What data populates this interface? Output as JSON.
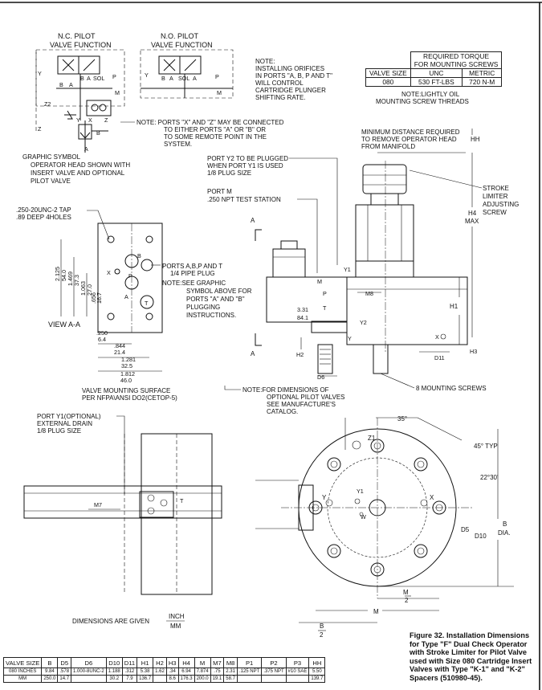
{
  "labels": {
    "nc_pilot": "N.C. PILOT",
    "nc_pilot_fn": "VALVE FUNCTION",
    "no_pilot": "N.O. PILOT",
    "no_pilot_fn": "VALVE FUNCTION",
    "note_orifices": [
      "NOTE:",
      "INSTALLING ORIFICES",
      "IN PORTS \"A, B, P AND T\"",
      "WILL CONTROL",
      "CARTRIDGE PLUNGER",
      "SHIFTING RATE."
    ],
    "note_ports": [
      "NOTE: PORTS \"X\" AND \"Z\" MAY BE CONNECTED",
      "TO EITHER PORTS \"A\" OR \"B\" OR",
      "TO SOME REMOTE POINT IN THE",
      "SYSTEM."
    ],
    "graphic_symbol": [
      "GRAPHIC SYMBOL",
      "OPERATOR HEAD SHOWN WITH",
      "INSERT VALVE AND OPTIONAL",
      "PILOT VALVE"
    ],
    "min_distance": [
      "MINIMUM DISTANCE REQUIRED",
      "TO REMOVE OPERATOR HEAD",
      "FROM MANIFOLD"
    ],
    "port_y2": [
      "PORT Y2 TO BE PLUGGED",
      "WHEN PORT Y1 IS USED",
      "1/8 PLUG SIZE"
    ],
    "port_m": [
      "PORT M",
      ".250 NPT TEST STATION"
    ],
    "stroke_limiter": [
      "STROKE",
      "LIMITER",
      "ADJUSTING",
      "SCREW"
    ],
    "tap": [
      ".250-20UNC-2 TAP",
      ".89 DEEP 4HOLES"
    ],
    "ports_plug": [
      "PORTS A,B,P AND T",
      "1/4 PIPE PLUG"
    ],
    "note_graphic": [
      "NOTE:SEE GRAPHIC",
      "SYMBOL ABOVE FOR",
      "PORTS \"A\" AND \"B\"",
      "PLUGGING",
      "INSTRUCTIONS."
    ],
    "view_aa": "VIEW A-A",
    "mounting_surface": [
      "VALVE MOUNTING SURFACE",
      "PER NFPA\\ANSI DO2(CETOP-5)"
    ],
    "note_dims": [
      "NOTE:FOR DIMENSIONS OF",
      "OPTIONAL PILOT VALVES",
      "SEE MANUFACTURE'S",
      "CATALOG."
    ],
    "mounting_screws": "8 MOUNTING SCREWS",
    "port_y1": [
      "PORT Y1(OPTIONAL)",
      "EXTERNAL DRAIN",
      "1/8 PLUG SIZE"
    ],
    "dims_given": "DIMENSIONS ARE GIVEN",
    "inch": "INCH",
    "mm": "MM",
    "lube_note": [
      "NOTE:LIGHTLY OIL",
      "MOUNTING SCREW THREADS"
    ],
    "h4_max": [
      "H4",
      "MAX"
    ],
    "b_dia": [
      "B",
      "DIA."
    ],
    "angle_35": "35°",
    "angle_45": "45° TYP",
    "angle_22": "22°30'",
    "m2": [
      "M",
      "2"
    ],
    "b2": [
      "B",
      "2"
    ],
    "dim_labels": {
      "hh": "HH",
      "h1": "H1",
      "h2": "H2",
      "h3": "H3",
      "m8": "M8",
      "m7": "M7",
      "d6": "D6",
      "d11": "D11",
      "d5": "D5",
      "d10": "D10",
      "x": "X",
      "y": "Y",
      "z1": "Z1",
      "w": "W",
      "m": "M",
      "a": "A",
      "b": "B",
      "t": "T",
      "p": "P",
      "y1": "Y1",
      "y2": "Y2"
    },
    "sym_letters": {
      "y": "Y",
      "x": "X",
      "z": "Z",
      "z2": "Z2",
      "b": "B",
      "a": "A",
      "p": "P",
      "t": "T",
      "m": "M",
      "sol": "SOL",
      "sol_b": "B",
      "sol_a": "A"
    },
    "view_dims": {
      "d2125": "2.125",
      "d540": "54.0",
      "d1469": "1.469",
      "d373": "37.3",
      "d1063": "1.063",
      "d270": "27.0",
      "d656": ".656",
      "d167": "16.7",
      "d250": ".250",
      "d64": "6.4",
      "d844": ".844",
      "d214": "21.4",
      "d1281": "1.281",
      "d325": "32.5",
      "d1812": "1.812",
      "d460": "46.0",
      "d331": "3.31",
      "d841": "84.1"
    },
    "a_marks": "A"
  },
  "torque_table": {
    "title": [
      "REQUIRED TORQUE",
      "FOR MOUNTING SCREWS"
    ],
    "headers": [
      "VALVE SIZE",
      "UNC",
      "METRIC"
    ],
    "row": [
      "080",
      "530 FT-LBS",
      "720 N-M"
    ]
  },
  "dims_table": {
    "headers": [
      "VALVE SIZE",
      "B",
      "D5",
      "D6",
      "D10",
      "D11",
      "H1",
      "H2",
      "H3",
      "H4",
      "M",
      "M7",
      "M8",
      "P1",
      "P2",
      "P3",
      "HH"
    ],
    "size": "080",
    "inches": [
      "INCHES",
      "9.84",
      ".578",
      "1.000-8UNC-2",
      "1.188",
      ".312",
      "5.38",
      "1.62",
      ".34",
      "6.94",
      "7.874",
      ".75",
      "2.31",
      ".125 NPT",
      ".375 NPT",
      "#10 SAE",
      "5.50"
    ],
    "mm": [
      "MM",
      "250.0",
      "14.7",
      "",
      "30.2",
      "7.9",
      "136.7",
      "",
      "8.6",
      "176.3",
      "200.0",
      "19.1",
      "58.7",
      "",
      "",
      "",
      "139.7"
    ]
  },
  "caption": "Figure 32. Installation Dimensions for Type \"F\" Dual Check Operator with Stroke Limiter for Pilot Valve used with Size 080 Cartridge Insert Valves with Type \"K-1\" and \"K-2\" Spacers (510980-45)."
}
